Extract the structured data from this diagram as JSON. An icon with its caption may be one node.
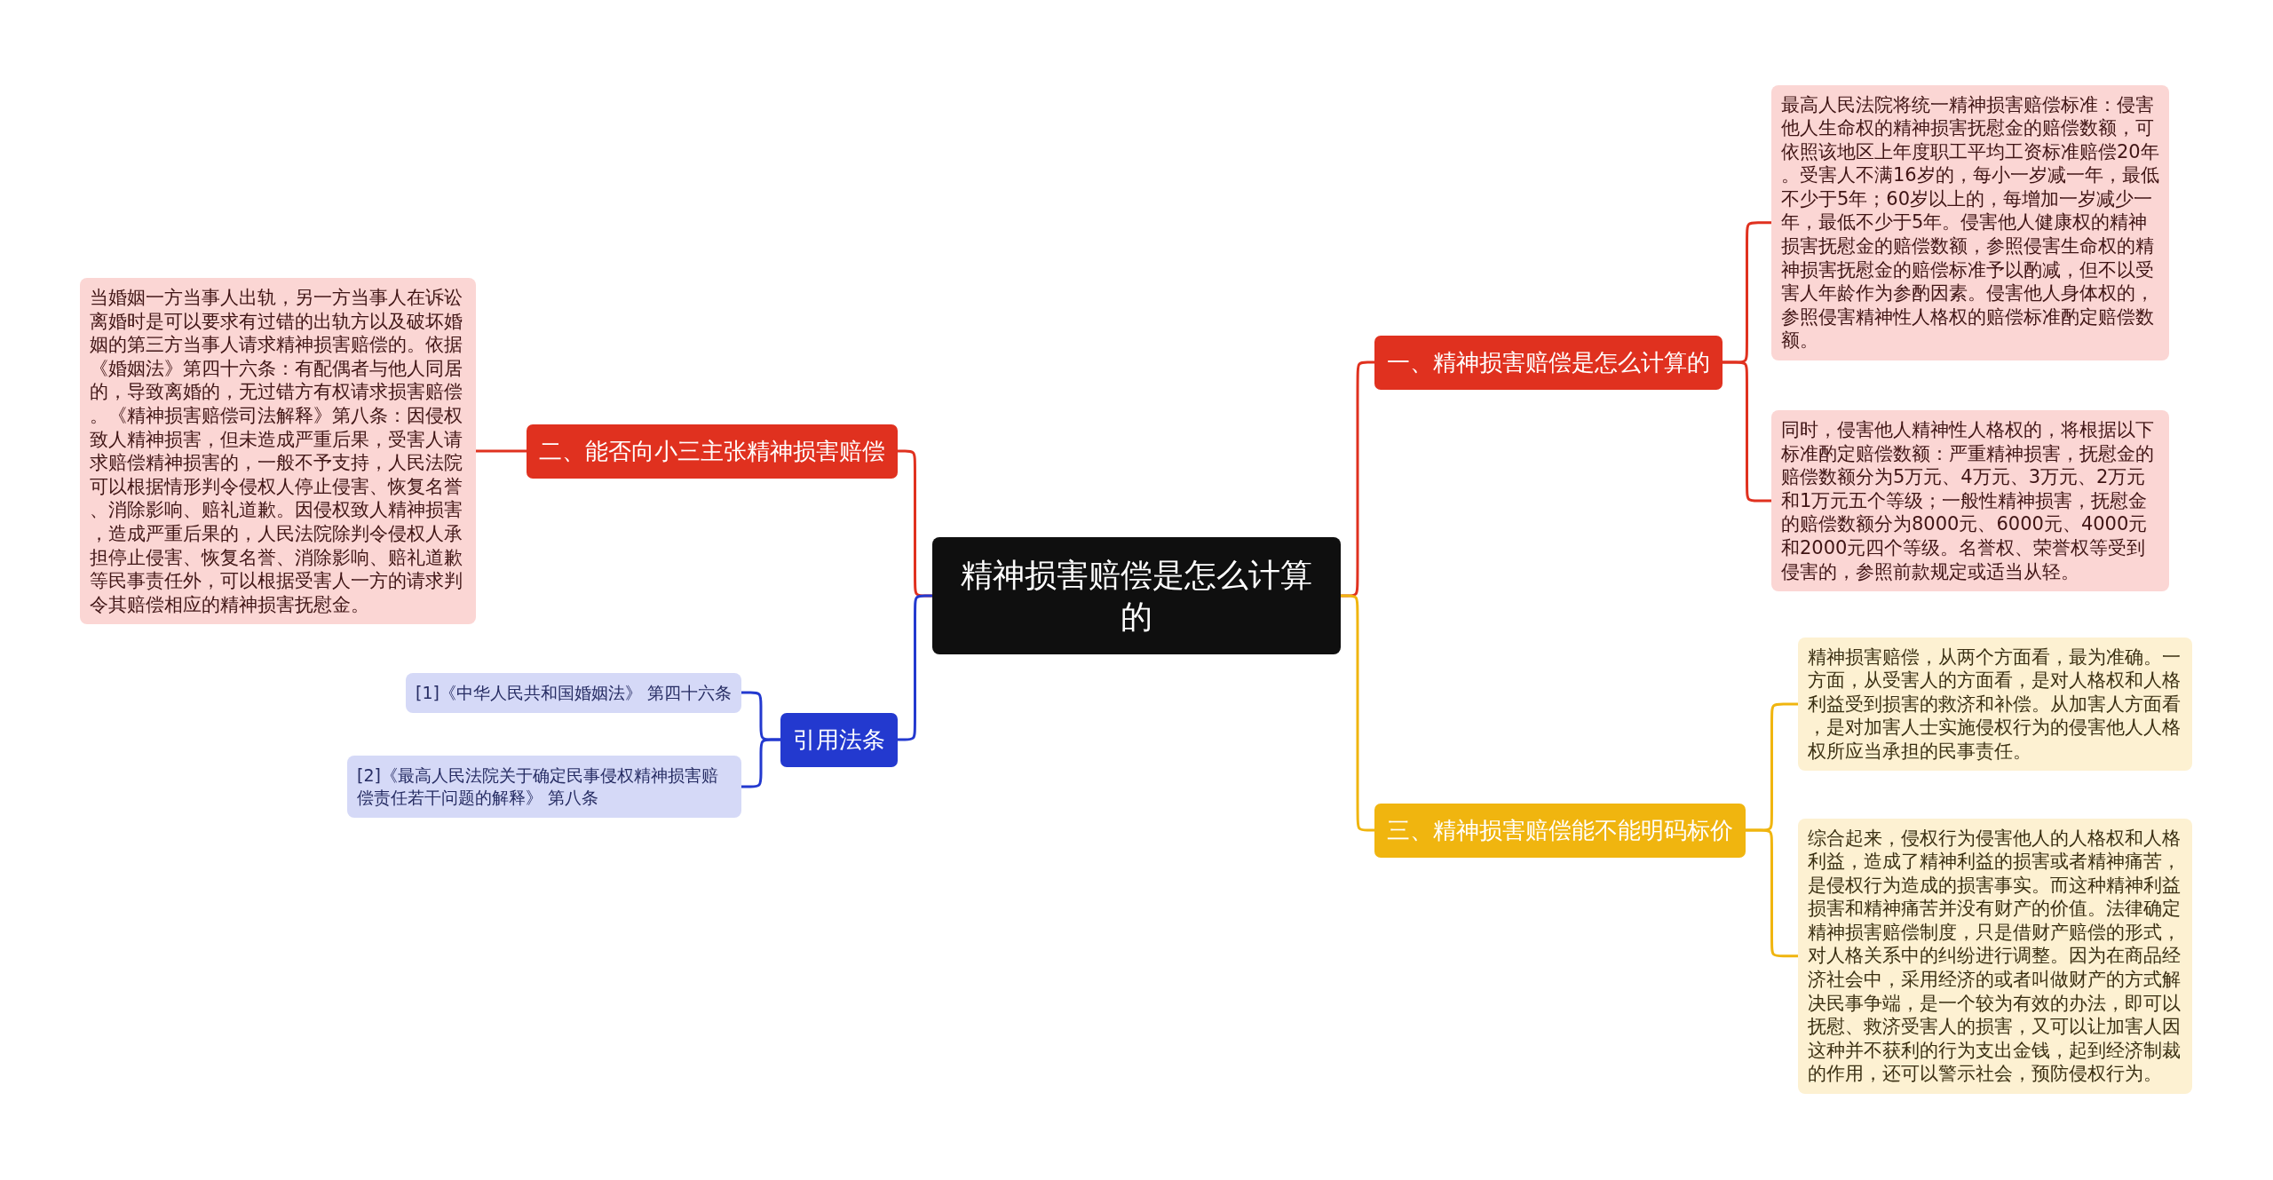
{
  "diagram": {
    "nodes": [
      {
        "text": [
          "精神损害赔偿是怎么计算的"
        ]
      },
      {
        "text": [
          "一、精神损害赔偿是怎么计算的"
        ]
      },
      {
        "text": [
          "最高人民法院将统一精神损害赔偿标准：侵害他人生命权的精神损害抚慰金的赔偿数额，可依照该地区上年度职工平均工资标准赔偿20年。受害人不满16岁的，每小一岁减一年，最低不少于5年；60岁以上的，每增加一岁减少一年，最低不少于5年。侵害他人健康权的精神损害抚慰金的赔偿数额，参照侵害生命权的精神损害抚慰金的赔偿标准予以酌减，但不以受害人年龄作为参酌因素。侵害他人身体权的，参照侵害精神性人格权的赔偿标准酌定赔偿数额。"
        ]
      },
      {
        "text": [
          "同时，侵害他人精神性人格权的，将根据以下标准酌定赔偿数额：严重精神损害，抚慰金的赔偿数额分为5万元、4万元、3万元、2万元和1万元五个等级；一般性精神损害，抚慰金的赔偿数额分为8000元、6000元、4000元和2000元四个等级。名誉权、荣誉权等受到侵害的，参照前款规定或适当从轻。"
        ]
      },
      {
        "text": [
          "二、能否向小三主张精神损害赔偿"
        ]
      },
      {
        "text": [
          "当婚姻一方当事人出轨，另一方当事人在诉讼离婚时是可以要求有过错的出轨方以及破坏婚姻的第三方当事人请求精神损害赔偿的。依据《婚姻法》第四十六条：有配偶者与他人同居的，导致离婚的，无过错方有权请求损害赔偿。《精神损害赔偿司法解释》第八条：因侵权致人精神损害，但未造成严重后果，受害人请求赔偿精神损害的，一般不予支持，人民法院可以根据情形判令侵权人停止侵害、恢复名誉、消除影响、赔礼道歉。因侵权致人精神损害，造成严重后果的，人民法院除判令侵权人承担停止侵害、恢复名誉、消除影响、赔礼道歉等民事责任外，可以根据受害人一方的请求判令其赔偿相应的精神损害抚慰金。"
        ]
      },
      {
        "text": [
          "三、精神损害赔偿能不能明码标价"
        ]
      },
      {
        "text": [
          "精神损害赔偿，从两个方面看，最为准确。一方面，从受害人的方面看，是对人格权和人格利益受到损害的救济和补偿。从加害人方面看，是对加害人士实施侵权行为的侵害他人人格权所应当承担的民事责任。"
        ]
      },
      {
        "text": [
          "综合起来，侵权行为侵害他人的人格权和人格利益，造成了精神利益的损害或者精神痛苦，是侵权行为造成的损害事实。而这种精神利益损害和精神痛苦并没有财产的价值。法律确定精神损害赔偿制度，只是借财产赔偿的形式，对人格关系中的纠纷进行调整。因为在商品经济社会中，采用经济的或者叫做财产的方式解决民事争端，是一个较为有效的办法，即可以抚慰、救济受害人的损害，又可以让加害人因这种并不获利的行为支出金钱，起到经济制裁的作用，还可以警示社会，预防侵权行为。"
        ]
      },
      {
        "text": [
          "引用法条"
        ]
      },
      {
        "text": [
          "[1]《中华人民共和国婚姻法》 第四十六条"
        ]
      },
      {
        "text": [
          "[2]《最高人民法院关于确定民事侵权精神损害赔偿责任若干问题的解释》 第八条"
        ]
      }
    ],
    "edges": [
      {
        "from": 0,
        "to": 1,
        "arrow": "none"
      },
      {
        "from": 1,
        "to": 2,
        "arrow": "none"
      },
      {
        "from": 1,
        "to": 3,
        "arrow": "none"
      },
      {
        "from": 0,
        "to": 4,
        "arrow": "none"
      },
      {
        "from": 4,
        "to": 5,
        "arrow": "none"
      },
      {
        "from": 0,
        "to": 6,
        "arrow": "none",
        "color": "#f0b50f"
      },
      {
        "from": 6,
        "to": 7,
        "arrow": "none",
        "color": "#f0b50f"
      },
      {
        "from": 6,
        "to": 8,
        "arrow": "none",
        "color": "#f0b50f"
      },
      {
        "from": 0,
        "to": 9,
        "arrow": "none",
        "color": "#2339cf"
      },
      {
        "from": 9,
        "to": 10,
        "arrow": "none",
        "color": "#2339cf"
      },
      {
        "from": 9,
        "to": 11,
        "arrow": "none",
        "color": "#2339cf"
      }
    ]
  }
}
